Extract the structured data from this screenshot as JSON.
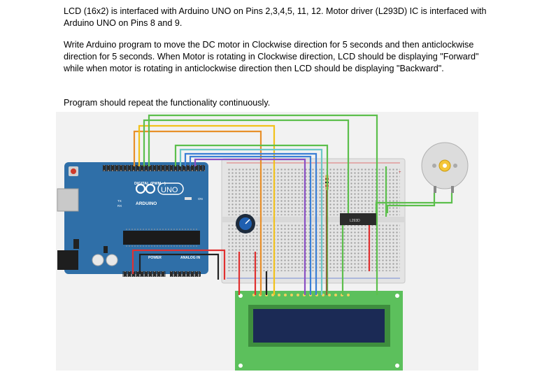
{
  "question": {
    "paragraph1": "LCD (16x2) is interfaced with Arduino UNO on Pins 2,3,4,5, 11, 12. Motor driver (L293D) IC is interfaced with Arduino UNO on Pins 8 and 9.",
    "paragraph2": "Write Arduino program to move the DC motor in Clockwise direction for 5 seconds and then anticlockwise direction for 5 seconds. When Motor is rotating in Clockwise direction, LCD should be displaying \"Forward\" while when motor is rotating in anticlockwise direction then LCD should be displaying \"Backward\".",
    "paragraph3": "Program should repeat the functionality continuously."
  },
  "circuit": {
    "board_model": "UNO",
    "board_brand": "ARDUINO",
    "digital_header_label": "DIGITAL (PWM ~)",
    "power_label": "POWER",
    "analog_label": "ANALOG IN",
    "on_label": "ON",
    "tx_label": "TX",
    "rx_label": "RX",
    "ic_label": "L293D",
    "colors": {
      "board": "#2f6fa8",
      "breadboard": "#e4e4e4",
      "lcd_pcb": "#5cc05c",
      "lcd_screen": "#1b2a55",
      "wire_orange": "#e8902a",
      "wire_yellow": "#f2c21b",
      "wire_green": "#5cbf4c",
      "wire_teal": "#6cc7c7",
      "wire_blue": "#3b7fd6",
      "wire_purple": "#8a4fc4",
      "wire_red": "#e03030",
      "wire_black": "#222222"
    }
  }
}
